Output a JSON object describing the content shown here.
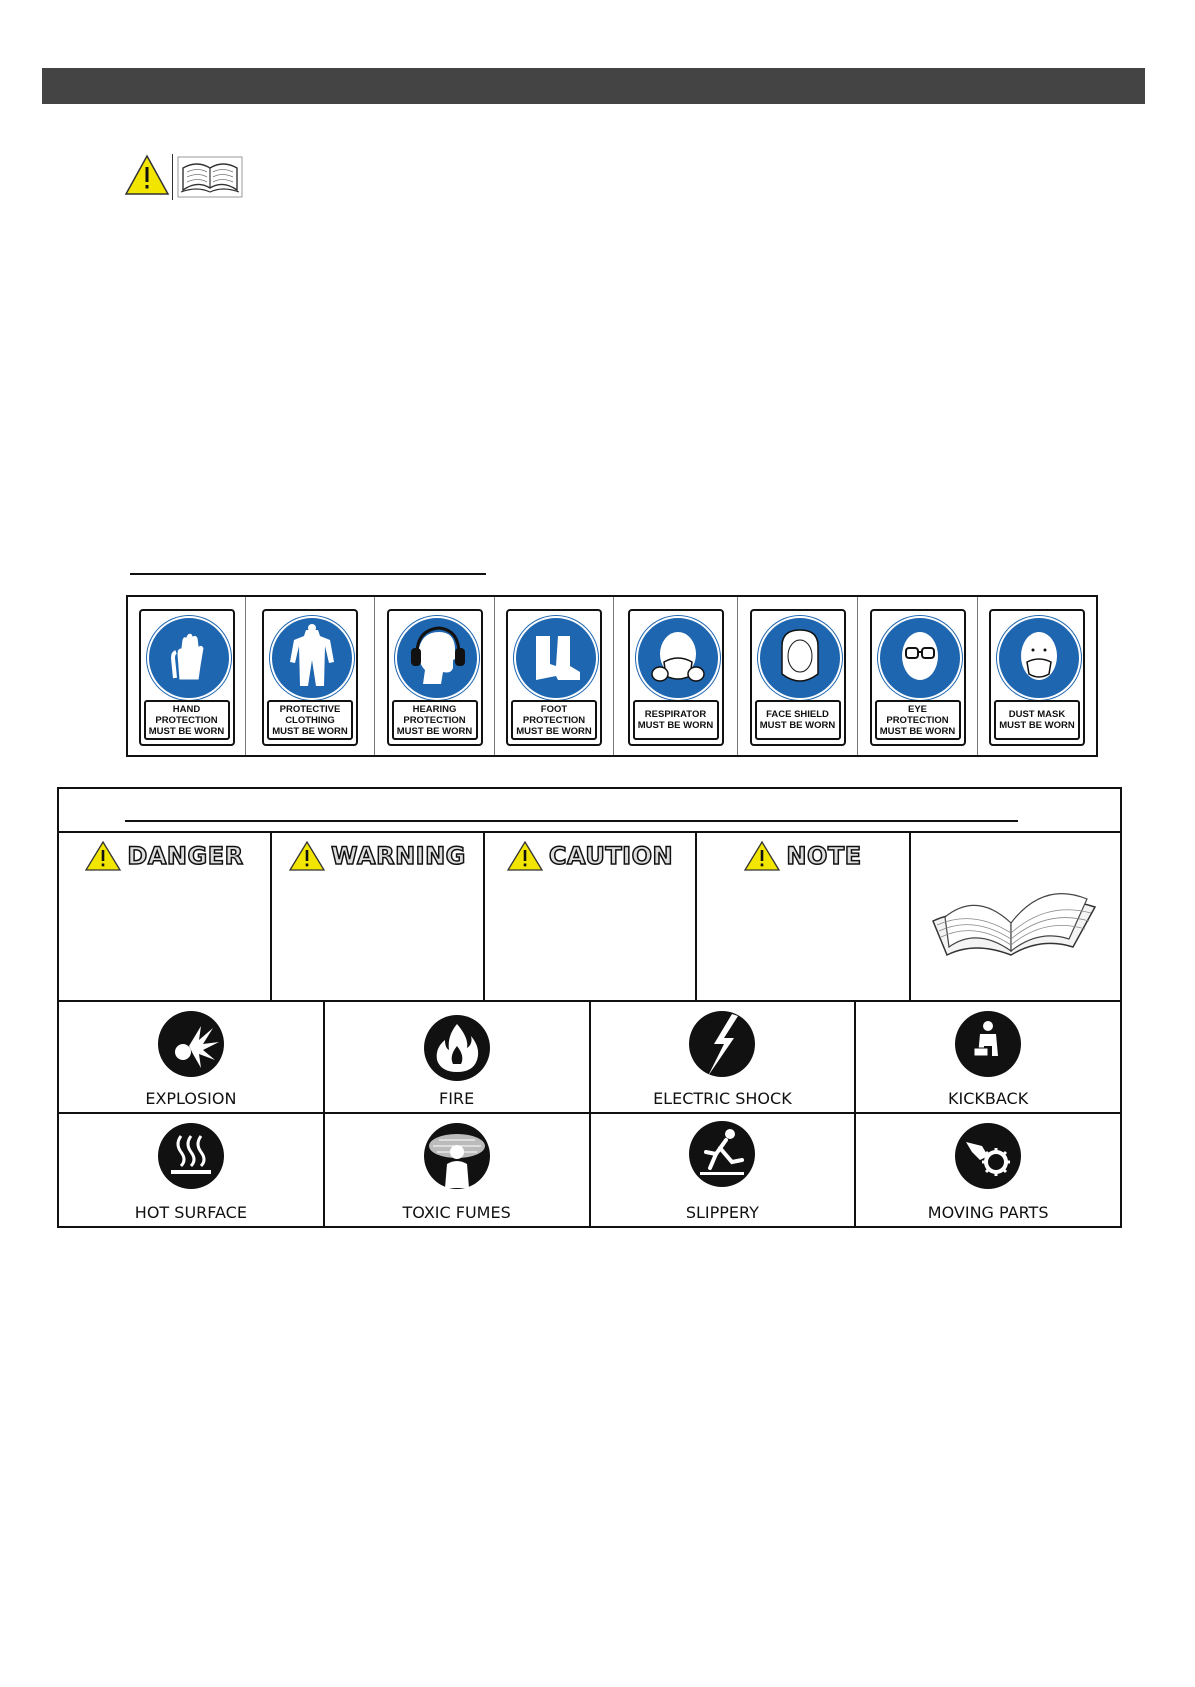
{
  "ppe_signs": [
    {
      "label": "HAND\nPROTECTION\nMUST BE WORN",
      "icon": "glove-icon"
    },
    {
      "label": "PROTECTIVE\nCLOTHING\nMUST BE WORN",
      "icon": "coverall-icon"
    },
    {
      "label": "HEARING\nPROTECTION\nMUST BE WORN",
      "icon": "ear-muff-icon"
    },
    {
      "label": "FOOT\nPROTECTION\nMUST BE WORN",
      "icon": "boot-icon"
    },
    {
      "label": "RESPIRATOR\nMUST BE WORN",
      "icon": "respirator-icon"
    },
    {
      "label": "FACE SHIELD\nMUST BE WORN",
      "icon": "face-shield-icon"
    },
    {
      "label": "EYE\nPROTECTION\nMUST BE WORN",
      "icon": "goggles-icon"
    },
    {
      "label": "DUST MASK\nMUST BE WORN",
      "icon": "dust-mask-icon"
    }
  ],
  "signal_words": {
    "danger": "DANGER",
    "warning": "WARNING",
    "caution": "CAUTION",
    "note": "NOTE"
  },
  "hazards_row1": [
    {
      "label": "EXPLOSION",
      "icon": "explosion-icon"
    },
    {
      "label": "FIRE",
      "icon": "fire-icon"
    },
    {
      "label": "ELECTRIC SHOCK",
      "icon": "electric-shock-icon"
    },
    {
      "label": "KICKBACK",
      "icon": "kickback-icon"
    }
  ],
  "hazards_row2": [
    {
      "label": "HOT SURFACE",
      "icon": "hot-surface-icon"
    },
    {
      "label": "TOXIC FUMES",
      "icon": "toxic-fumes-icon"
    },
    {
      "label": "SLIPPERY",
      "icon": "slippery-icon"
    },
    {
      "label": "MOVING PARTS",
      "icon": "moving-parts-icon"
    }
  ],
  "colors": {
    "ppe_blue": "#1f66b0",
    "warning_yellow": "#f2e600",
    "header_bar": "#444444"
  }
}
